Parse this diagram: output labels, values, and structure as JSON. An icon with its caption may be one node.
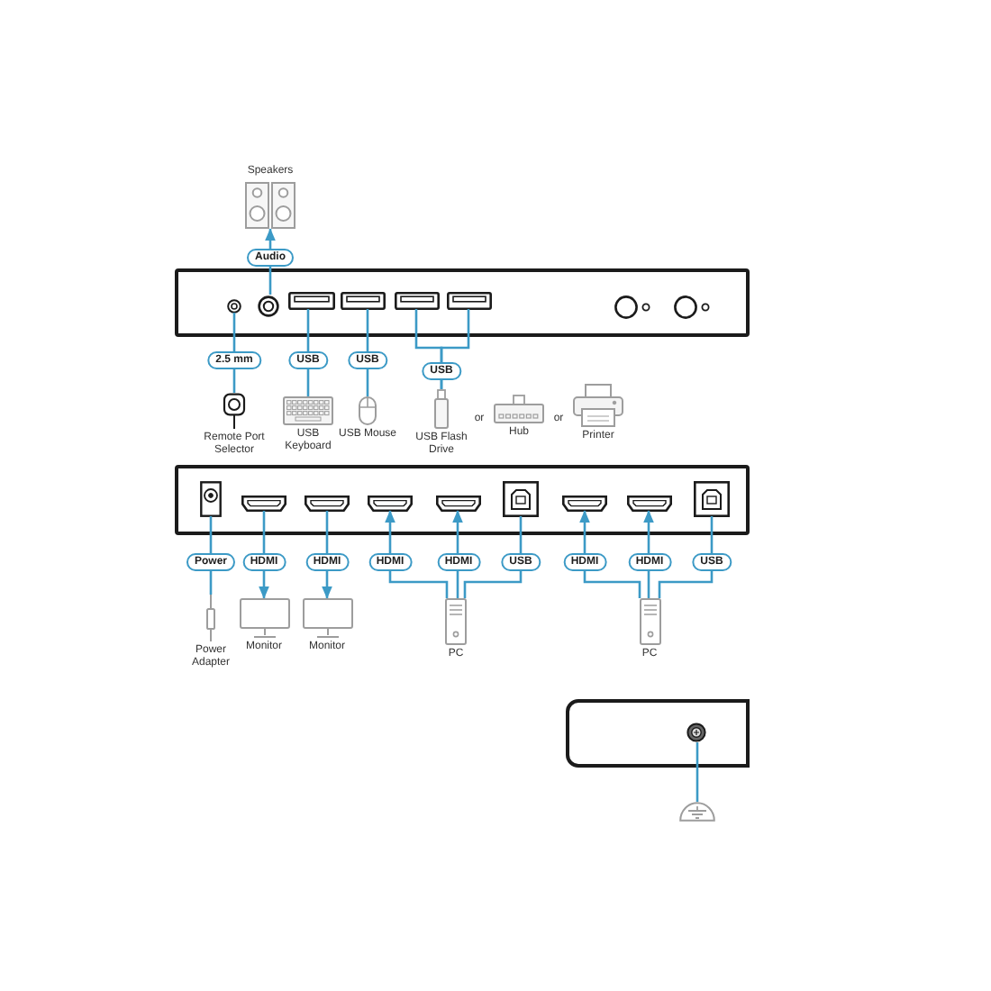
{
  "diagram": {
    "nodes": [
      {
        "text": [
          "Speakers"
        ]
      },
      {
        "text": [],
        "shape": "box"
      },
      {
        "text": [],
        "shape": "circle",
        "in": 1
      },
      {
        "text": [],
        "shape": "circle",
        "in": 1
      },
      {
        "text": [],
        "shape": "box",
        "in": 1
      },
      {
        "text": [],
        "shape": "box",
        "in": 1
      },
      {
        "text": [],
        "shape": "box",
        "in": 1
      },
      {
        "text": [],
        "shape": "box",
        "in": 1
      },
      {
        "text": [
          "Remote Port Selector"
        ]
      },
      {
        "text": [
          "USB Keyboard"
        ]
      },
      {
        "text": [
          "USB Mouse"
        ]
      },
      {
        "text": [
          "USB Flash Drive"
        ]
      },
      {
        "text": [
          "Hub"
        ]
      },
      {
        "text": [
          "Printer"
        ]
      },
      {
        "text": [],
        "shape": "box"
      },
      {
        "text": [],
        "shape": "box",
        "in": 14
      },
      {
        "text": [],
        "shape": "box",
        "in": 14
      },
      {
        "text": [],
        "shape": "box",
        "in": 14
      },
      {
        "text": [],
        "shape": "box",
        "in": 14
      },
      {
        "text": [],
        "shape": "box",
        "in": 14
      },
      {
        "text": [],
        "shape": "box",
        "in": 14
      },
      {
        "text": [],
        "shape": "box",
        "in": 14
      },
      {
        "text": [],
        "shape": "box",
        "in": 14
      },
      {
        "text": [],
        "shape": "box",
        "in": 14
      },
      {
        "text": [
          "Power Adapter"
        ]
      },
      {
        "text": [
          "Monitor"
        ]
      },
      {
        "text": [
          "Monitor"
        ]
      },
      {
        "text": [
          "PC"
        ]
      },
      {
        "text": [
          "PC"
        ]
      },
      {
        "text": [],
        "shape": "box"
      },
      {
        "text": [],
        "shape": "circle",
        "in": 29
      },
      {
        "text": [],
        "shape": "picture"
      }
    ],
    "edges": [
      {
        "from": 3,
        "to": 0,
        "arrow": "to",
        "label": "Audio"
      },
      {
        "from": 2,
        "to": 8,
        "arrow": "none",
        "label": "2.5 mm"
      },
      {
        "from": 4,
        "to": 9,
        "arrow": "none",
        "label": "USB"
      },
      {
        "from": 5,
        "to": 10,
        "arrow": "none",
        "label": "USB"
      },
      {
        "from": 6,
        "to": 11,
        "arrow": "none",
        "label": "USB"
      },
      {
        "from": 7,
        "to": 11,
        "arrow": "none"
      },
      {
        "from": 15,
        "to": 24,
        "arrow": "none",
        "label": "Power"
      },
      {
        "from": 16,
        "to": 25,
        "arrow": "to",
        "label": "HDMI"
      },
      {
        "from": 17,
        "to": 26,
        "arrow": "to",
        "label": "HDMI"
      },
      {
        "from": 27,
        "to": 18,
        "arrow": "to",
        "label": "HDMI"
      },
      {
        "from": 27,
        "to": 19,
        "arrow": "to",
        "label": "HDMI"
      },
      {
        "from": 20,
        "to": 27,
        "arrow": "none",
        "label": "USB"
      },
      {
        "from": 28,
        "to": 21,
        "arrow": "to",
        "label": "HDMI"
      },
      {
        "from": 28,
        "to": 22,
        "arrow": "to",
        "label": "HDMI"
      },
      {
        "from": 23,
        "to": 28,
        "arrow": "none",
        "label": "USB"
      },
      {
        "from": 30,
        "to": 31,
        "arrow": "none"
      }
    ],
    "labels": [
      "or",
      "or"
    ]
  }
}
